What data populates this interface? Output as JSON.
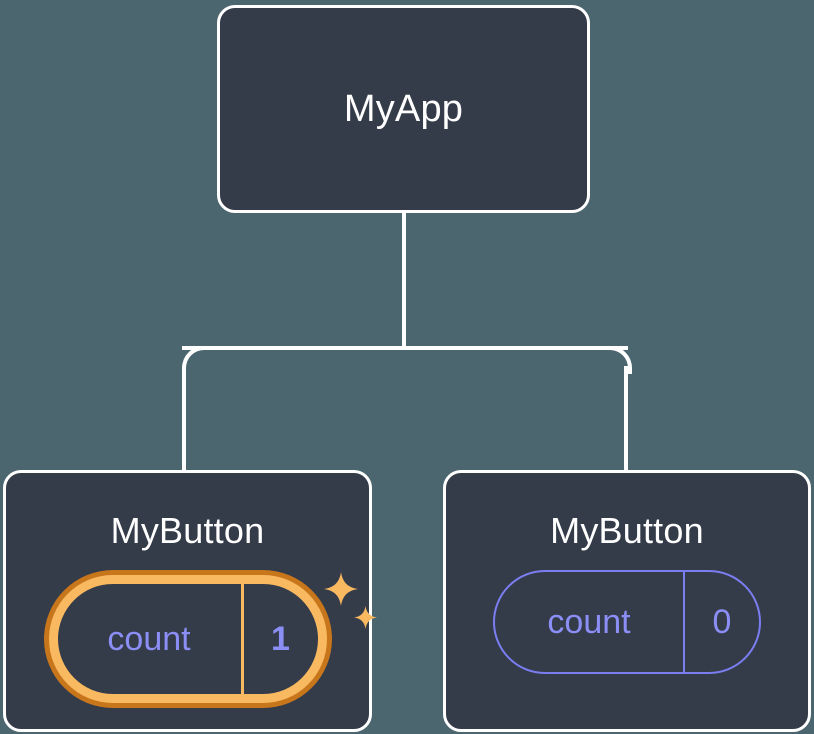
{
  "diagram": {
    "type": "component-tree",
    "background_color": "#4c6670",
    "node_fill_color": "#343b49",
    "node_border_color": "#ffffff",
    "edge_color": "#ffffff",
    "accent_highlight_outer": "#c8761c",
    "accent_highlight_inner": "#f8b960",
    "state_text_color": "#8b8ef5"
  },
  "root": {
    "title": "MyApp"
  },
  "children": [
    {
      "title": "MyButton",
      "state": {
        "key": "count",
        "value": "1"
      },
      "highlighted": true,
      "sparkles": {
        "large": "sparkle-icon",
        "small": "sparkle-icon"
      }
    },
    {
      "title": "MyButton",
      "state": {
        "key": "count",
        "value": "0"
      },
      "highlighted": false
    }
  ]
}
